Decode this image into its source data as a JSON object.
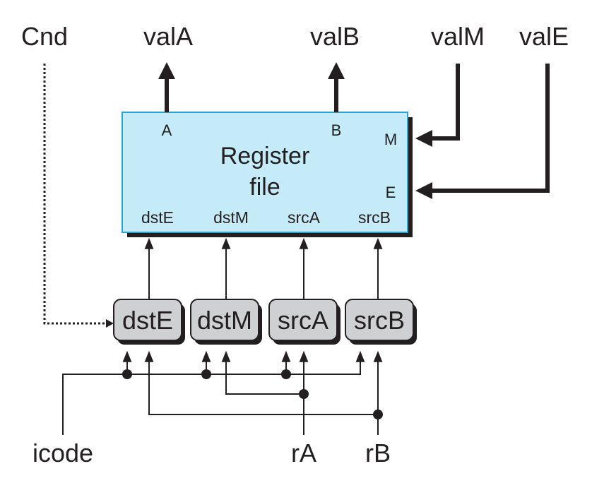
{
  "signals_top": {
    "cnd": "Cnd",
    "vala": "valA",
    "valb": "valB",
    "valm": "valM",
    "vale": "valE"
  },
  "register_file": {
    "title_line1": "Register",
    "title_line2": "file",
    "port_a": "A",
    "port_b": "B",
    "port_m": "M",
    "port_e": "E",
    "in_dste": "dstE",
    "in_dstm": "dstM",
    "in_srca": "srcA",
    "in_srcb": "srcB"
  },
  "selector_boxes": [
    "dstE",
    "dstM",
    "srcA",
    "srcB"
  ],
  "signals_bottom": {
    "icode": "icode",
    "ra": "rA",
    "rb": "rB"
  },
  "colors": {
    "register_fill": "#c5ebf8",
    "register_border": "#2aa3d8",
    "selector_fill": "#cfd0d2",
    "shadow": "#231f20",
    "wire": "#231f20"
  }
}
